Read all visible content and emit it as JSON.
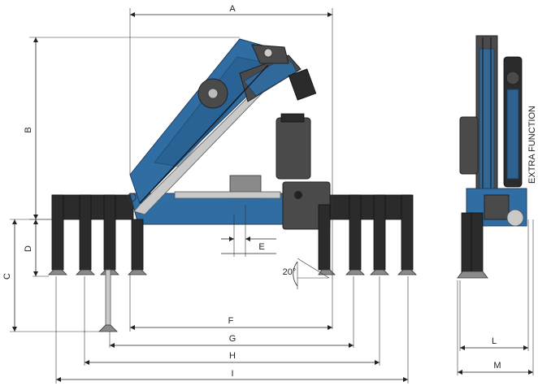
{
  "dimensions": {
    "A": "A",
    "B": "B",
    "C": "C",
    "D": "D",
    "E": "E",
    "F": "F",
    "G": "G",
    "H": "H",
    "I": "I",
    "L": "L",
    "M": "M"
  },
  "angle_label": "20°",
  "side_view_label": "EXTRA FUNCTION",
  "colors": {
    "crane_blue": "#2f6da3",
    "steel_dark": "#2b2b2b",
    "line": "#222222"
  }
}
